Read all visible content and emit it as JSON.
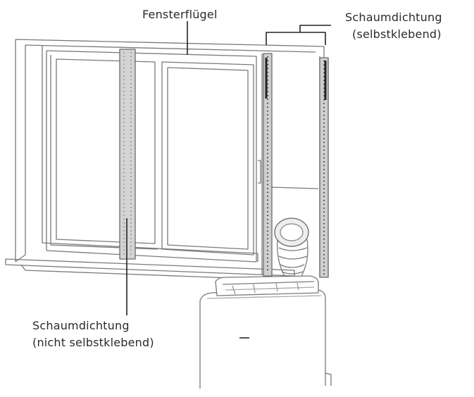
{
  "labels": {
    "window_sash": "Fensterflügel",
    "foam_seal_adhesive_line1": "Schaumdichtung",
    "foam_seal_adhesive_line2": "(selbstklebend)",
    "foam_seal_nonadhesive_line1": "Schaumdichtung",
    "foam_seal_nonadhesive_line2": "(nicht selbstklebend)"
  },
  "colors": {
    "line": "#6e6e6e",
    "leader": "#222222",
    "foam": "#c9c9c9",
    "dots": "#555555",
    "background": "#ffffff"
  }
}
